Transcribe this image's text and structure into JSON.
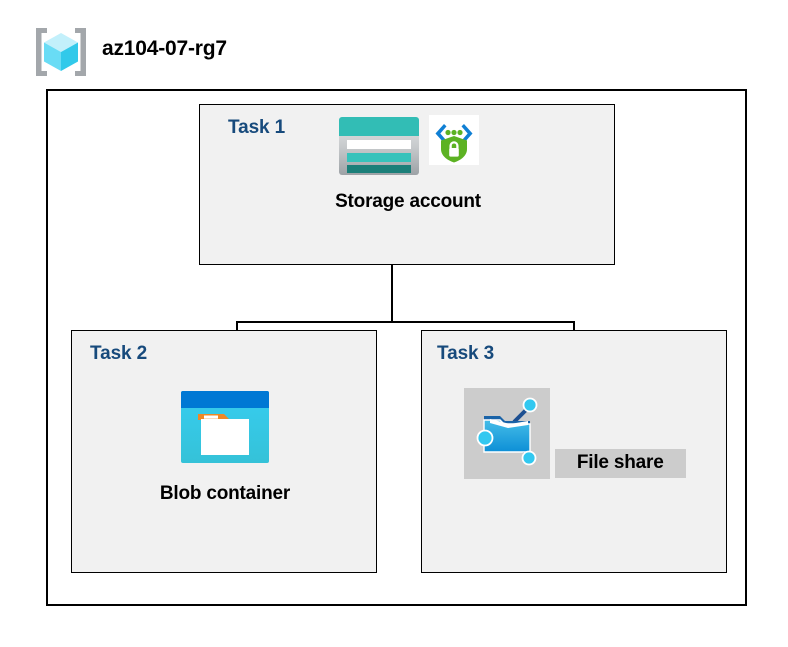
{
  "diagram": {
    "type": "azure-architecture-diagram",
    "resource_group": {
      "name": "az104-07-rg7",
      "icon": "resource-group-cube-icon"
    },
    "tasks": [
      {
        "id": "task1",
        "label": "Task 1",
        "node_caption": "Storage account",
        "icons": [
          "storage-account-icon",
          "secure-encryption-badge-icon"
        ],
        "highlighted": false
      },
      {
        "id": "task2",
        "label": "Task 2",
        "node_caption": "Blob container",
        "icons": [
          "blob-container-icon"
        ],
        "highlighted": false
      },
      {
        "id": "task3",
        "label": "Task 3",
        "node_caption": "File share",
        "icons": [
          "file-share-folder-icon"
        ],
        "highlighted": true
      }
    ],
    "connections": [
      {
        "from": "Storage account",
        "to": "Blob container"
      },
      {
        "from": "Storage account",
        "to": "File share"
      }
    ],
    "colors": {
      "task_label": "#174a7c",
      "task_box_fill": "#f1f1f1",
      "border": "#000000",
      "highlight": "#cccccc",
      "storage_teal": "#32b5ae",
      "storage_teal_dark": "#1d7f77",
      "blob_blue": "#0078d4",
      "blob_cyan": "#32c8f0",
      "blob_orange": "#f08c28",
      "shield_green": "#5cb223",
      "cube_cyan": "#32d4f5",
      "bracket_gray": "#a0a4a8"
    }
  }
}
